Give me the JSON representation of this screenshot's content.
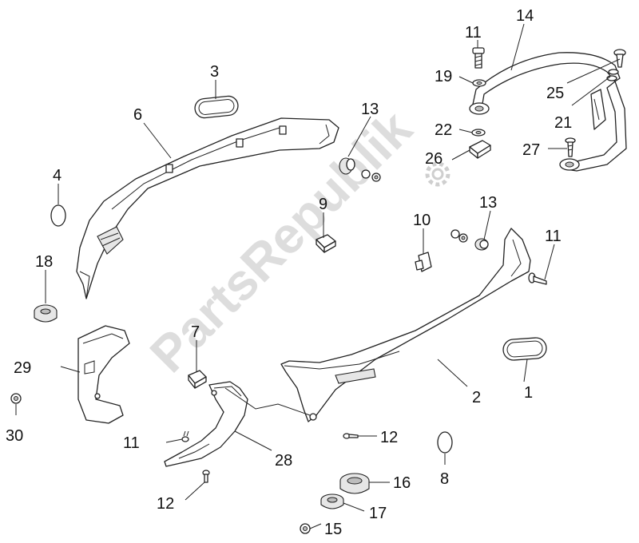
{
  "watermark": {
    "text": "PartsRepublik"
  },
  "callouts": [
    {
      "id": "c1",
      "label": "1"
    },
    {
      "id": "c2",
      "label": "2"
    },
    {
      "id": "c3",
      "label": "3"
    },
    {
      "id": "c4",
      "label": "4"
    },
    {
      "id": "c6",
      "label": "6"
    },
    {
      "id": "c7",
      "label": "7"
    },
    {
      "id": "c8",
      "label": "8"
    },
    {
      "id": "c9",
      "label": "9"
    },
    {
      "id": "c10",
      "label": "10"
    },
    {
      "id": "c11a",
      "label": "11"
    },
    {
      "id": "c11b",
      "label": "11"
    },
    {
      "id": "c11c",
      "label": "11"
    },
    {
      "id": "c12a",
      "label": "12"
    },
    {
      "id": "c12b",
      "label": "12"
    },
    {
      "id": "c13a",
      "label": "13"
    },
    {
      "id": "c13b",
      "label": "13"
    },
    {
      "id": "c14",
      "label": "14"
    },
    {
      "id": "c15",
      "label": "15"
    },
    {
      "id": "c16",
      "label": "16"
    },
    {
      "id": "c17",
      "label": "17"
    },
    {
      "id": "c18",
      "label": "18"
    },
    {
      "id": "c19",
      "label": "19"
    },
    {
      "id": "c21",
      "label": "21"
    },
    {
      "id": "c22",
      "label": "22"
    },
    {
      "id": "c25",
      "label": "25"
    },
    {
      "id": "c26",
      "label": "26"
    },
    {
      "id": "c27",
      "label": "27"
    },
    {
      "id": "c28",
      "label": "28"
    },
    {
      "id": "c29",
      "label": "29"
    },
    {
      "id": "c30",
      "label": "30"
    }
  ]
}
